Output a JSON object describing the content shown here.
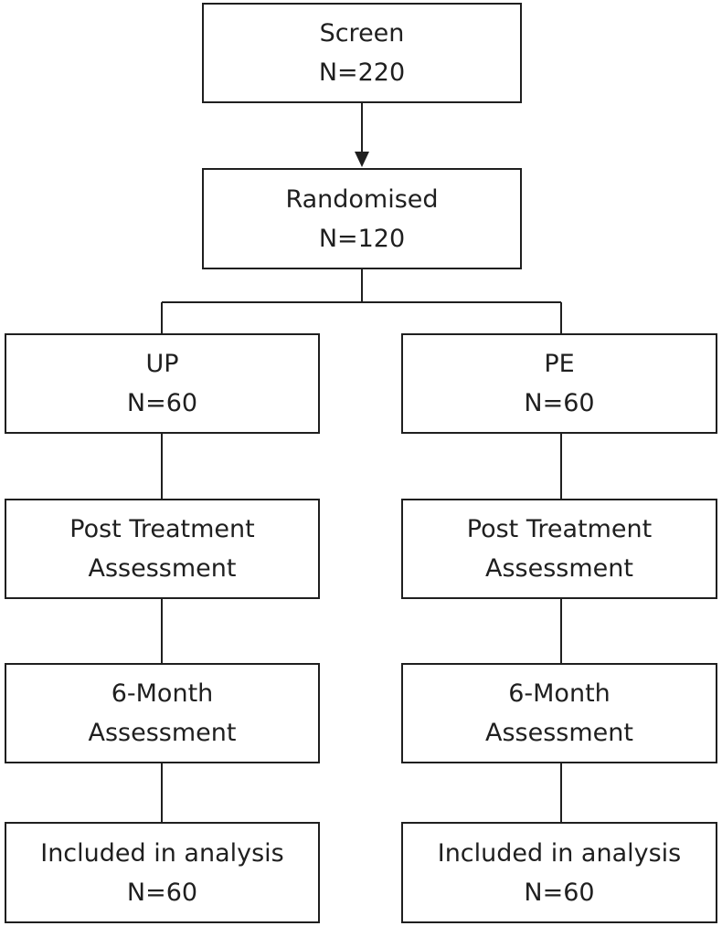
{
  "colors": {
    "line": "#1f1f1f",
    "box_border": "#1f1f1f",
    "text": "#1f1f1f",
    "background": "#ffffff"
  },
  "screen": {
    "line1": "Screen",
    "line2": "N=220"
  },
  "randomised": {
    "line1": "Randomised",
    "line2": "N=120"
  },
  "arms": {
    "up": {
      "group": {
        "line1": "UP",
        "line2": "N=60"
      },
      "post_treatment": {
        "line1": "Post Treatment",
        "line2": "Assessment"
      },
      "six_month": {
        "line1": "6-Month",
        "line2": "Assessment"
      },
      "analysis": {
        "line1": "Included in analysis",
        "line2": "N=60"
      }
    },
    "pe": {
      "group": {
        "line1": "PE",
        "line2": "N=60"
      },
      "post_treatment": {
        "line1": "Post Treatment",
        "line2": "Assessment"
      },
      "six_month": {
        "line1": "6-Month",
        "line2": "Assessment"
      },
      "analysis": {
        "line1": "Included in analysis",
        "line2": "N=60"
      }
    }
  }
}
